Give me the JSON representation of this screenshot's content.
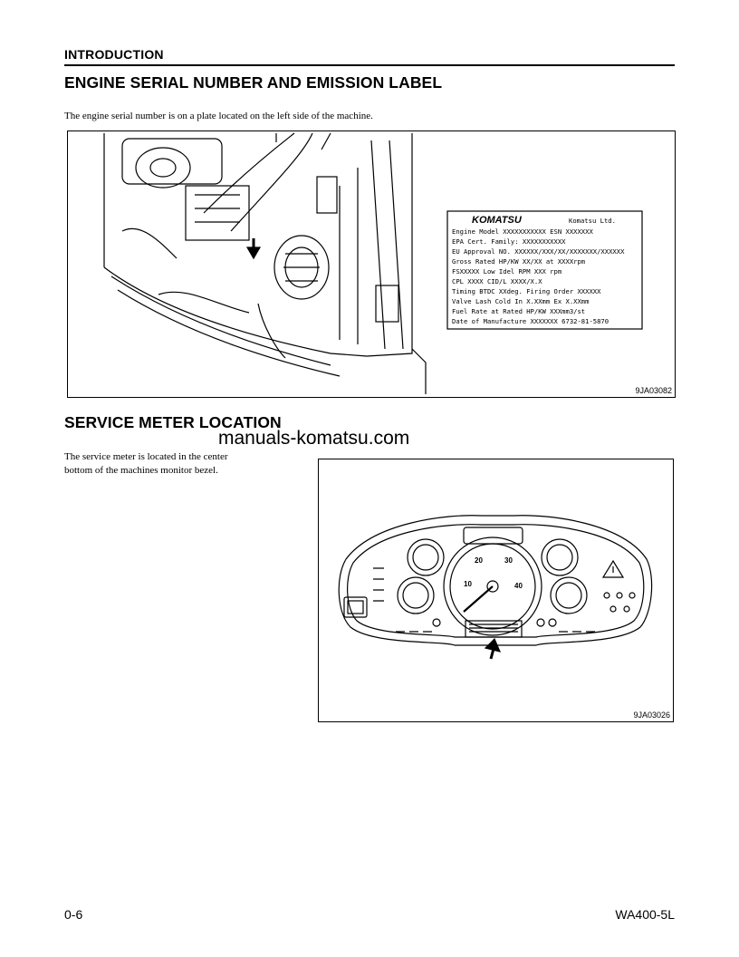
{
  "header": {
    "section": "INTRODUCTION"
  },
  "section1": {
    "title": "ENGINE SERIAL NUMBER AND EMISSION LABEL",
    "text": "The engine serial number is on a plate located on the left side of the machine.",
    "figure_code": "9JA03082",
    "plate": {
      "brand": "KOMATSU",
      "company": "Komatsu Ltd.",
      "lines": [
        "Engine Model XXXXXXXXXXX   ESN XXXXXXX",
        "EPA Cert. Family: XXXXXXXXXXX",
        "EU Approval NO. XXXXXX/XXX/XX/XXXXXXX/XXXXXX",
        "Gross Rated HP/KW XX/XX at XXXXrpm",
        "FSXXXXX                 Low Idel RPM XXX rpm",
        "CPL XXXX                CID/L  XXXX/X.X",
        "Timing BTDC XXdeg.      Firing Order XXXXXX",
        "Valve Lash Cold         In X.XXmm Ex X.XXmm",
        "Fuel Rate at Rated HP/KW XXXmm3/st",
        "Date of Manufacture XXXXXXX    6732-81-5870"
      ]
    }
  },
  "section2": {
    "title": "SERVICE METER LOCATION",
    "text_line1": "The service meter is located in the center",
    "text_line2": "bottom of the machines monitor bezel.",
    "figure_code": "9JA03026",
    "gauge_numbers": {
      "n10": "10",
      "n20": "20",
      "n30": "30",
      "n40": "40"
    }
  },
  "watermark": "manuals-komatsu.com",
  "footer": {
    "page": "0-6",
    "model": "WA400-5L"
  }
}
